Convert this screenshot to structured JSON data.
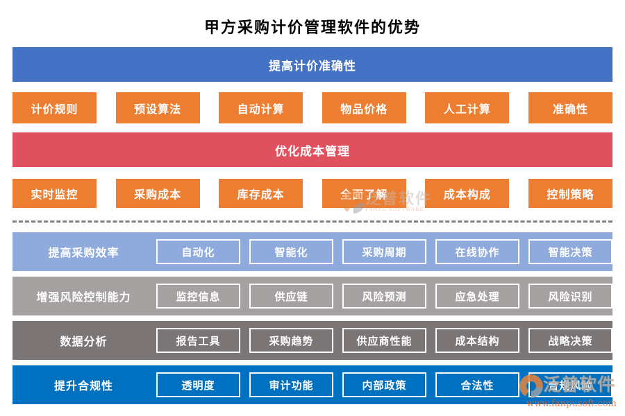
{
  "title": "甲方采购计价管理软件的优势",
  "sections": [
    {
      "banner": "提高计价准确性",
      "items": [
        "计价规则",
        "预设算法",
        "自动计算",
        "物品价格",
        "人工计算",
        "准确性"
      ]
    },
    {
      "banner": "优化成本管理",
      "items": [
        "实时监控",
        "采购成本",
        "库存成本",
        "全面了解",
        "成本构成",
        "控制策略"
      ]
    }
  ],
  "rows": [
    {
      "label": "提高采购效率",
      "items": [
        "自动化",
        "智能化",
        "采购周期",
        "在线协作",
        "智能决策"
      ]
    },
    {
      "label": "增强风险控制能力",
      "items": [
        "监控信息",
        "供应链",
        "风险预测",
        "应急处理",
        "风险识别"
      ]
    },
    {
      "label": "数据分析",
      "items": [
        "报告工具",
        "采购趋势",
        "供应商性能",
        "成本结构",
        "战略决策"
      ]
    },
    {
      "label": "提升合规性",
      "items": [
        "透明度",
        "审计功能",
        "内部政策",
        "合法性",
        "合规风险"
      ]
    }
  ],
  "watermark": {
    "brand": "泛普软件",
    "brand_en": "FANPU SOFTWARE",
    "url": "www.fanpusoft.com"
  },
  "colors": {
    "banner_blue": "#4472C4",
    "button_orange": "#ED7D31",
    "banner_red": "#E0515F",
    "row_periwinkle": "#8FAADC",
    "row_gray": "#A6A1A1",
    "row_dark_gray": "#7B7575",
    "row_blue": "#0070C0",
    "divider_gray": "#7F7F7F"
  }
}
